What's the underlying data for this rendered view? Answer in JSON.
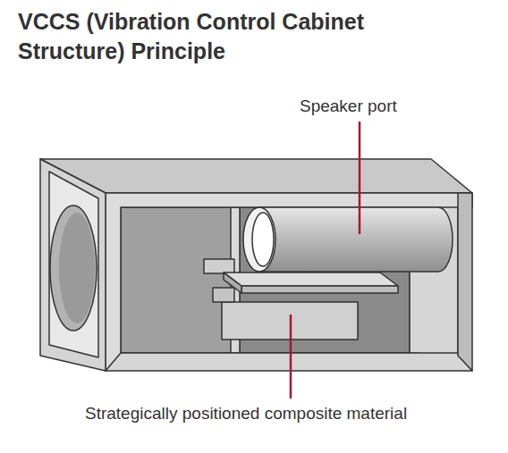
{
  "diagram": {
    "title": "VCCS (Vibration Control Cabinet Structure) Principle",
    "labels": [
      "Speaker port",
      "Strategically positioned composite material"
    ]
  }
}
